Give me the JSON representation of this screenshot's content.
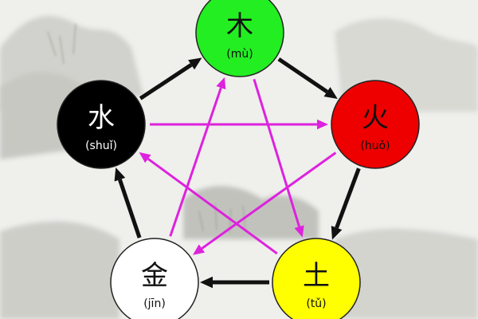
{
  "elements": {
    "wood": {
      "char": "木",
      "pinyin": "(mù)",
      "fill": "#22ee22",
      "text_color": "#111111"
    },
    "fire": {
      "char": "火",
      "pinyin": "(huǒ)",
      "fill": "#ee0000",
      "text_color": "#111111"
    },
    "earth": {
      "char": "土",
      "pinyin": "(tǔ)",
      "fill": "#ffff00",
      "text_color": "#111111"
    },
    "metal": {
      "char": "金",
      "pinyin": "(jīn)",
      "fill": "#ffffff",
      "text_color": "#111111"
    },
    "water": {
      "char": "水",
      "pinyin": "(shuǐ)",
      "fill": "#000000",
      "text_color": "#ffffff"
    }
  },
  "generating_cycle": {
    "color": "#111111",
    "order": [
      "wood",
      "fire",
      "earth",
      "metal",
      "water"
    ]
  },
  "controlling_cycle": {
    "color": "#dd22dd",
    "edges": [
      [
        "wood",
        "earth"
      ],
      [
        "earth",
        "water"
      ],
      [
        "water",
        "fire"
      ],
      [
        "fire",
        "metal"
      ],
      [
        "metal",
        "wood"
      ]
    ]
  }
}
